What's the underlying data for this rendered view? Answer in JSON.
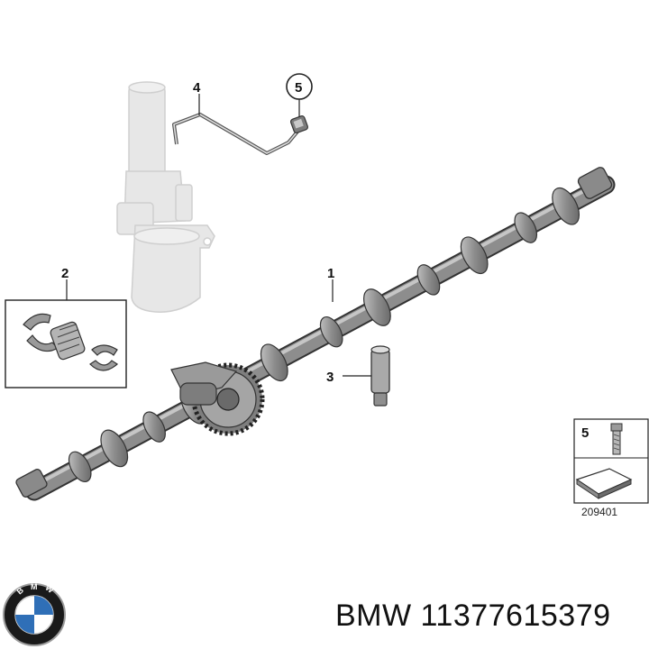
{
  "callouts": {
    "c1": "1",
    "c2": "2",
    "c3": "3",
    "c4": "4",
    "c5": "5",
    "c5_legend": "5"
  },
  "reference_number": "209401",
  "brand_text": "BMW 11377615379",
  "logo": {
    "icon": "bmw-roundel-icon",
    "lettering": "BMW"
  },
  "colors": {
    "part_gray": "#8f8f8f",
    "ghost_gray": "#e6e6e6",
    "line": "#222222",
    "roundel_blue": "#2f6fb7"
  }
}
